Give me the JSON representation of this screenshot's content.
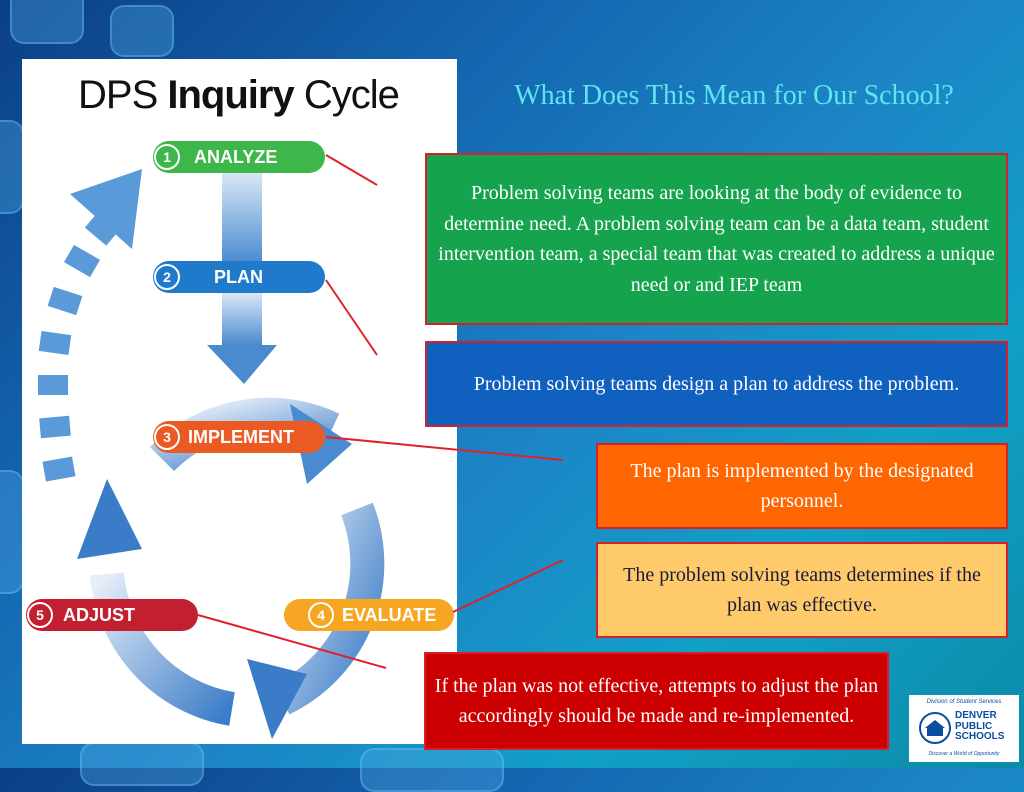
{
  "heading": "What Does This Mean for Our School?",
  "diagram": {
    "title_plain": "DPS",
    "title_bold": "Inquiry",
    "title_end": "Cycle",
    "steps": [
      {
        "num": "1",
        "label": "ANALYZE"
      },
      {
        "num": "2",
        "label": "PLAN"
      },
      {
        "num": "3",
        "label": "IMPLEMENT"
      },
      {
        "num": "4",
        "label": "EVALUATE"
      },
      {
        "num": "5",
        "label": "ADJUST"
      }
    ]
  },
  "boxes": {
    "analyze": "Problem solving teams are looking at the body of evidence to determine need. A problem solving team can be a data team, student intervention team,  a special team that was created to address a unique need or and IEP team",
    "plan": "Problem solving teams design a plan to address the problem.",
    "implement": "The plan is implemented by the designated personnel.",
    "evaluate": "The problem solving teams determines  if the plan  was effective.",
    "adjust": "If the plan was not effective, attempts to adjust the plan accordingly should be made and re-implemented."
  },
  "logo": {
    "division": "Division of Student Services",
    "name_line1": "DENVER",
    "name_line2": "PUBLIC",
    "name_line3": "SCHOOLS",
    "tagline": "Discover a World of Opportunity"
  },
  "colors": {
    "analyze": "#3db64a",
    "plan": "#1f7acb",
    "implement": "#ea5a22",
    "evaluate": "#f6a623",
    "adjust": "#c22030",
    "heading": "#5de6ef",
    "connector": "#e0202a"
  }
}
